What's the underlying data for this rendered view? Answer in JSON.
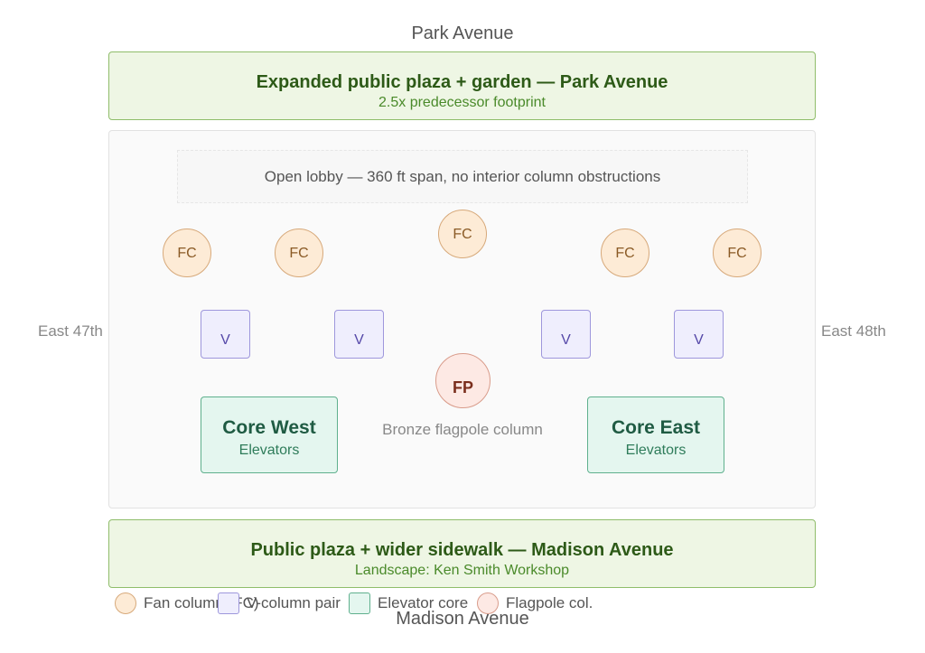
{
  "streets": {
    "north": "Park Avenue",
    "south": "Madison Avenue",
    "west": "East 47th",
    "east": "East 48th"
  },
  "plaza_top": {
    "title": "Expanded public plaza + garden — Park Avenue",
    "subtitle": "2.5x predecessor footprint"
  },
  "plaza_bottom": {
    "title": "Public plaza + wider sidewalk — Madison Avenue",
    "subtitle": "Landscape: Ken Smith Workshop"
  },
  "lobby": {
    "label": "Open lobby — 360 ft span, no interior column obstructions"
  },
  "fan_columns": [
    "FC",
    "FC",
    "FC",
    "FC",
    "FC"
  ],
  "v_columns": [
    "V",
    "V",
    "V",
    "V"
  ],
  "cores": [
    {
      "title": "Core West",
      "subtitle": "Elevators"
    },
    {
      "title": "Core East",
      "subtitle": "Elevators"
    }
  ],
  "flagpole": {
    "label": "FP",
    "caption": "Bronze flagpole column"
  },
  "legend": [
    {
      "label": "Fan column (FC)",
      "color": "#fdebd6"
    },
    {
      "label": "V-column pair",
      "color": "#efeefd"
    },
    {
      "label": "Elevator core",
      "color": "#e4f6ef"
    },
    {
      "label": "Flagpole col.",
      "color": "#fde9e4"
    }
  ],
  "colors": {
    "plaza_fill": "#eef6e4",
    "fan_column_fill": "#fdebd6",
    "v_column_fill": "#efeefd",
    "core_fill": "#e4f6ef",
    "flagpole_fill": "#fde9e4"
  }
}
